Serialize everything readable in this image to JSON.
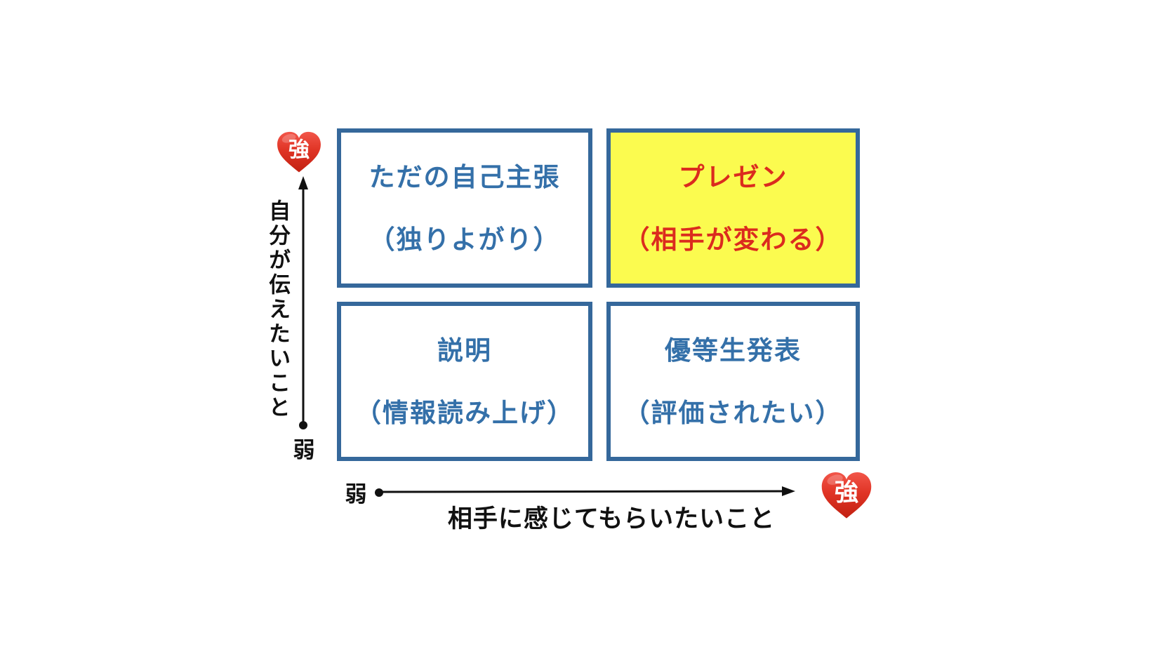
{
  "page": {
    "background_color": "#FFFFFF"
  },
  "matrix": {
    "border_color": "#35689B",
    "quadrants": {
      "top_left": {
        "title": "ただの自己主張",
        "subtitle": "（独りよがり）",
        "text_color": "#3470A9",
        "background": "#FFFFFF"
      },
      "top_right": {
        "title": "プレゼン",
        "subtitle": "（相手が変わる）",
        "text_color": "#DB2B1E",
        "background": "#FBFB4F"
      },
      "bottom_left": {
        "title": "説明",
        "subtitle": "（情報読み上げ）",
        "text_color": "#3470A9",
        "background": "#FFFFFF"
      },
      "bottom_right": {
        "title": "優等生発表",
        "subtitle": "（評価されたい）",
        "text_color": "#3470A9",
        "background": "#FFFFFF"
      }
    }
  },
  "y_axis": {
    "label": "自分が伝えたいこと",
    "max_label": "強",
    "min_label": "弱"
  },
  "x_axis": {
    "label": "相手に感じてもらいたいこと",
    "max_label": "強",
    "min_label": "弱"
  },
  "heart_icon": {
    "fill_color": "#E03425",
    "text_color": "#FFFFFF"
  }
}
